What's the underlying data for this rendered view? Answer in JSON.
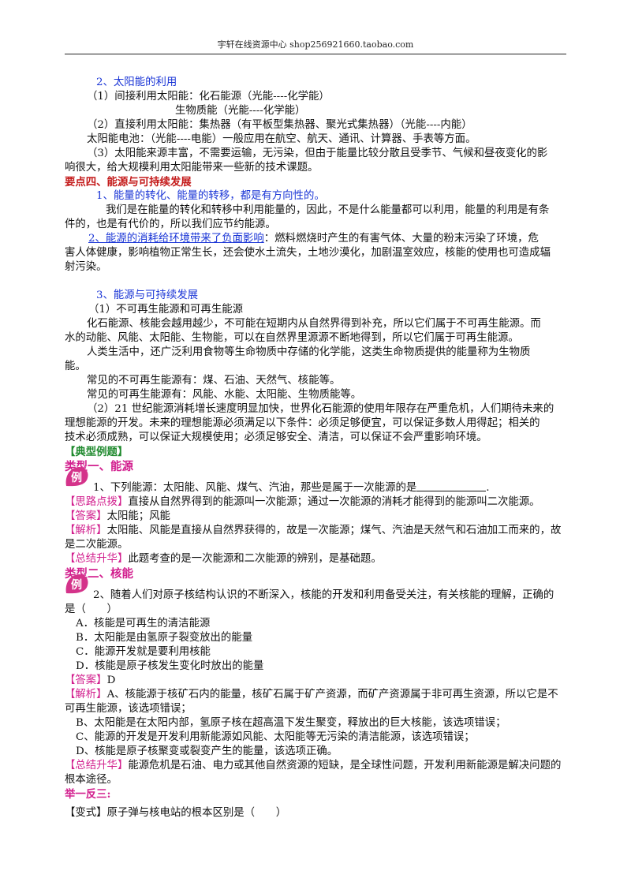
{
  "header": {
    "title": "宇轩在线资源中心   shop256921660.taobao.com"
  },
  "solar": {
    "title": "2、太阳能的利用",
    "l1": "（1）间接利用太阳能：化石能源（光能----化学能）",
    "l2": "生物质能（光能----化学能）",
    "l3": "（2）直接利用太阳能：集热器（有平板型集热器、聚光式集热器）（光能----内能）",
    "l4": "太阳能电池：（光能----电能）一般应用在航空、航天、通讯、计算器、手表等方面。",
    "l5": "（3）太阳能来源丰富，不需要运输，无污染，但由于能量比较分散且受季节、气候和昼夜变化的影",
    "l6": "响很大，给大规模利用太阳能带来一些新的技术课题。"
  },
  "point4": {
    "title": "要点四、能源与可持续发展",
    "s1_title": "1、能量的转化、能量的转移，都是有方向性的。",
    "s1_l1": "我们是在能量的转化和转移中利用能量的，因此，不是什么能量都可以利用，能量的利用是有条",
    "s1_l2": "件的，也是有代价的，所以我们应节约能源。",
    "s2_head": "2、能源的消耗给环境带来了负面影响",
    "s2_rest": "：燃料燃烧时产生的有害气体、大量的粉末污染了环境，危",
    "s2_l2": "害人体健康，影响植物正常生长，还会使水土流失，土地沙漠化，加剧温室效应，核能的使用也可造成辐",
    "s2_l3": "射污染。",
    "s3_title": "3、能源与可持续发展",
    "s3_l1": "（1）不可再生能源和可再生能源",
    "s3_l2": "化石能源、核能会越用越少，不可能在短期内从自然界得到补充，所以它们属于不可再生能源。而",
    "s3_l3": "水的动能、风能、太阳能、生物能，可以在自然界里源源不断地得到，所以它们属于可再生能源。",
    "s3_l4": "人类生活中，还广泛利用食物等生命物质中存储的化学能，这类生命物质提供的能量称为生物质",
    "s3_l5": "能。",
    "s3_l6": "常见的不可再生能源有：煤、石油、天然气、核能等。",
    "s3_l7": "常见的可再生能源有：风能、水能、太阳能、生物质能等。",
    "s3_l8": "（2）21 世纪能源消耗增长速度明显加快，世界化石能源的使用年限存在严重危机，人们期待未来的",
    "s3_l9": "理想能源的开发。未来的理想能源必须满足以下条件：必须足够便宜，可以保证多数人用得起；相关的",
    "s3_l10": "技术必须成熟，可以保证大规模使用；必须足够安全、清洁，可以保证不会严重影响环境。"
  },
  "examples_title": "【典型例题】",
  "type1": {
    "title": "类型一、能源",
    "badge": "例",
    "q": "1、下列能源：太阳能、风能、煤气、汽油，那些是属于一次能源的是",
    "q_end": ".",
    "hint_tag": "【思路点拨】",
    "hint": "直接从自然界得到的能源叫一次能源；通过一次能源的消耗才能得到的能源叫二次能源。",
    "ans_tag": "【答案】",
    "ans": "太阳能；风能",
    "exp_tag": "【解析】",
    "exp1": "太阳能、风能是直接从自然界获得的，故是一次能源；煤气、汽油是天然气和石油加工而来的，故",
    "exp2": "是二次能源。",
    "sum_tag": "【总结升华】",
    "sum": "此题考查的是一次能源和二次能源的辨别，是基础题。"
  },
  "type2": {
    "title": "类型二、核能",
    "badge": "例",
    "q1": "2、随着人们对原子核结构认识的不断深入，核能的开发和利用备受关注，有关核能的理解，正确的",
    "q2": "是（　　）",
    "oA": "A．核能是可再生的清洁能源",
    "oB": "B．太阳能是由氢原子裂变放出的能量",
    "oC": "C．能源开发就是要利用核能",
    "oD": "D．核能是原子核发生变化时放出的能量",
    "ans_tag": "【答案】",
    "ans": "D",
    "exp_tag": "【解析】",
    "exp1": "A、核能源于核矿石内的能量，核矿石属于矿产资源，而矿产资源属于非可再生资源，所以它是不",
    "exp2": "可再生能源，该选项错误；",
    "exp3": "B、太阳能是在太阳内部，氢原子核在超高温下发生聚变，释放出的巨大核能，该选项错误；",
    "exp4": "C、能源的开发是开发利用新能源如风能、太阳能等无污染的清洁能源，该选项错误；",
    "exp5": "D、核能是原子核聚变或裂变产生的能量，该选项正确。",
    "sum_tag": "【总结升华】",
    "sum1": "能源危机是石油、电力或其他自然资源的短缺，是全球性问题，开发利用新能源是解决问题的",
    "sum2": "根本途径。"
  },
  "practice": {
    "title": "举一反三:",
    "variant": "【变式】原子弹与核电站的根本区别是（　　）"
  }
}
